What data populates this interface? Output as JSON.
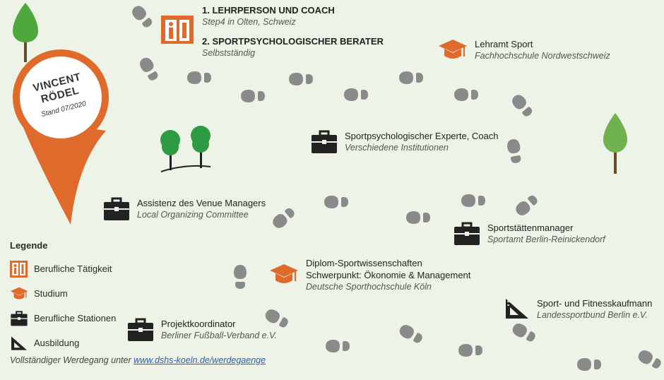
{
  "profile": {
    "name_line1": "VINCENT",
    "name_line2": "RÖDEL",
    "stand": "Stand 07/2020"
  },
  "positions": [
    {
      "title": "1. LEHRPERSON UND COACH",
      "sub": "Step4 in Olten, Schweiz"
    },
    {
      "title": "2. SPORTPSYCHOLOGISCHER BERATER",
      "sub": "Selbstständig"
    }
  ],
  "lehramt": {
    "title": "Lehramt Sport",
    "sub": "Fachhochschule Nordwestschweiz"
  },
  "experte": {
    "title": "Sportpsychologischer Experte, Coach",
    "sub": "Verschiedene Institutionen"
  },
  "venue": {
    "title": "Assistenz des Venue Managers",
    "sub": "Local Organizing Committee"
  },
  "staetten": {
    "title": "Sportstättenmanager",
    "sub": "Sportamt Berlin-Reinickendorf"
  },
  "diplom": {
    "title1": "Diplom-Sportwissenschaften",
    "title2": "Schwerpunkt: Ökonomie & Management",
    "sub": "Deutsche Sporthochschule Köln"
  },
  "fitness": {
    "title": "Sport- und Fitnesskaufmann",
    "sub": "Landessportbund Berlin e.V."
  },
  "projekt": {
    "title": "Projektkoordinator",
    "sub": "Berliner Fußball-Verband e.V."
  },
  "legend": {
    "heading": "Legende",
    "items": [
      "Berufliche Tätigkeit",
      "Studium",
      "Berufliche Stationen",
      "Ausbildung"
    ]
  },
  "footer": {
    "text": "Vollständiger Werdegang unter",
    "link": "www.dshs-koeln.de/werdegaenge"
  },
  "colors": {
    "accent": "#e06a2c",
    "dark": "#222222",
    "footprint": "#8a8a8a",
    "tree": "#2f9a44",
    "tree_light": "#6fb24f",
    "trunk": "#6b4a2b"
  }
}
